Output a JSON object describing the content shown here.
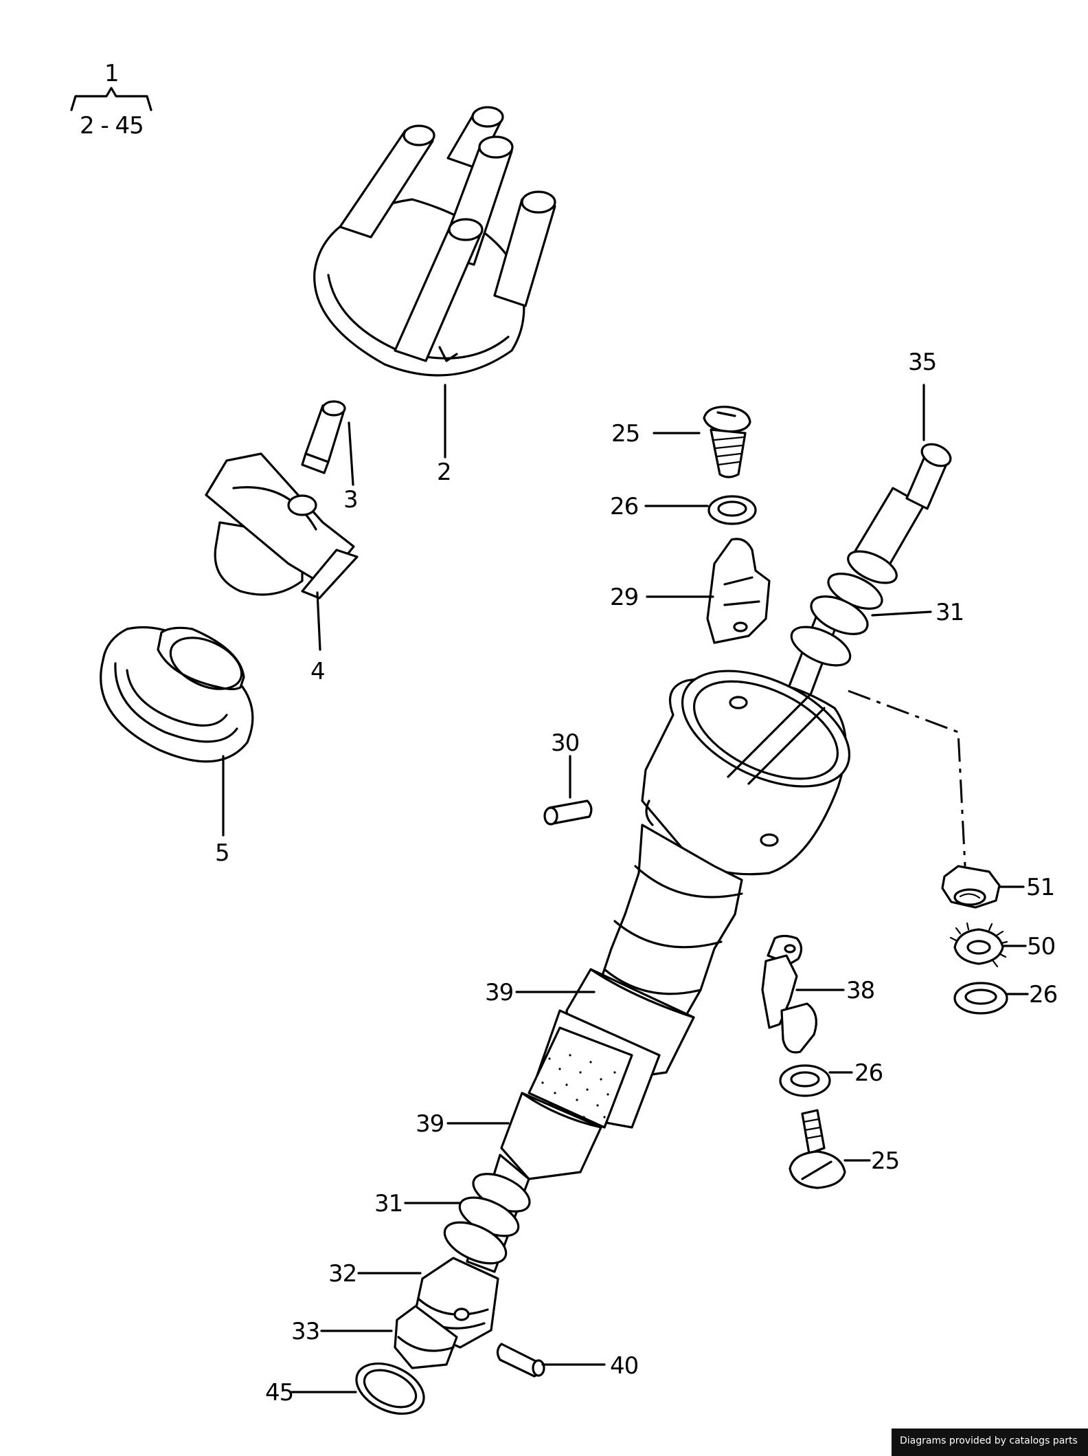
{
  "header": {
    "assembly_number": "1",
    "range": "2 - 45"
  },
  "callouts": {
    "c2": "2",
    "c3": "3",
    "c4": "4",
    "c5": "5",
    "c25a": "25",
    "c26a": "26",
    "c29": "29",
    "c30": "30",
    "c35": "35",
    "c31a": "31",
    "c51": "51",
    "c50": "50",
    "c26b": "26",
    "c38": "38",
    "c26c": "26",
    "c25b": "25",
    "c39a": "39",
    "c39b": "39",
    "c31b": "31",
    "c32": "32",
    "c33": "33",
    "c40": "40",
    "c45": "45"
  },
  "footer": {
    "credit": "Diagrams provided by catalogs parts"
  }
}
